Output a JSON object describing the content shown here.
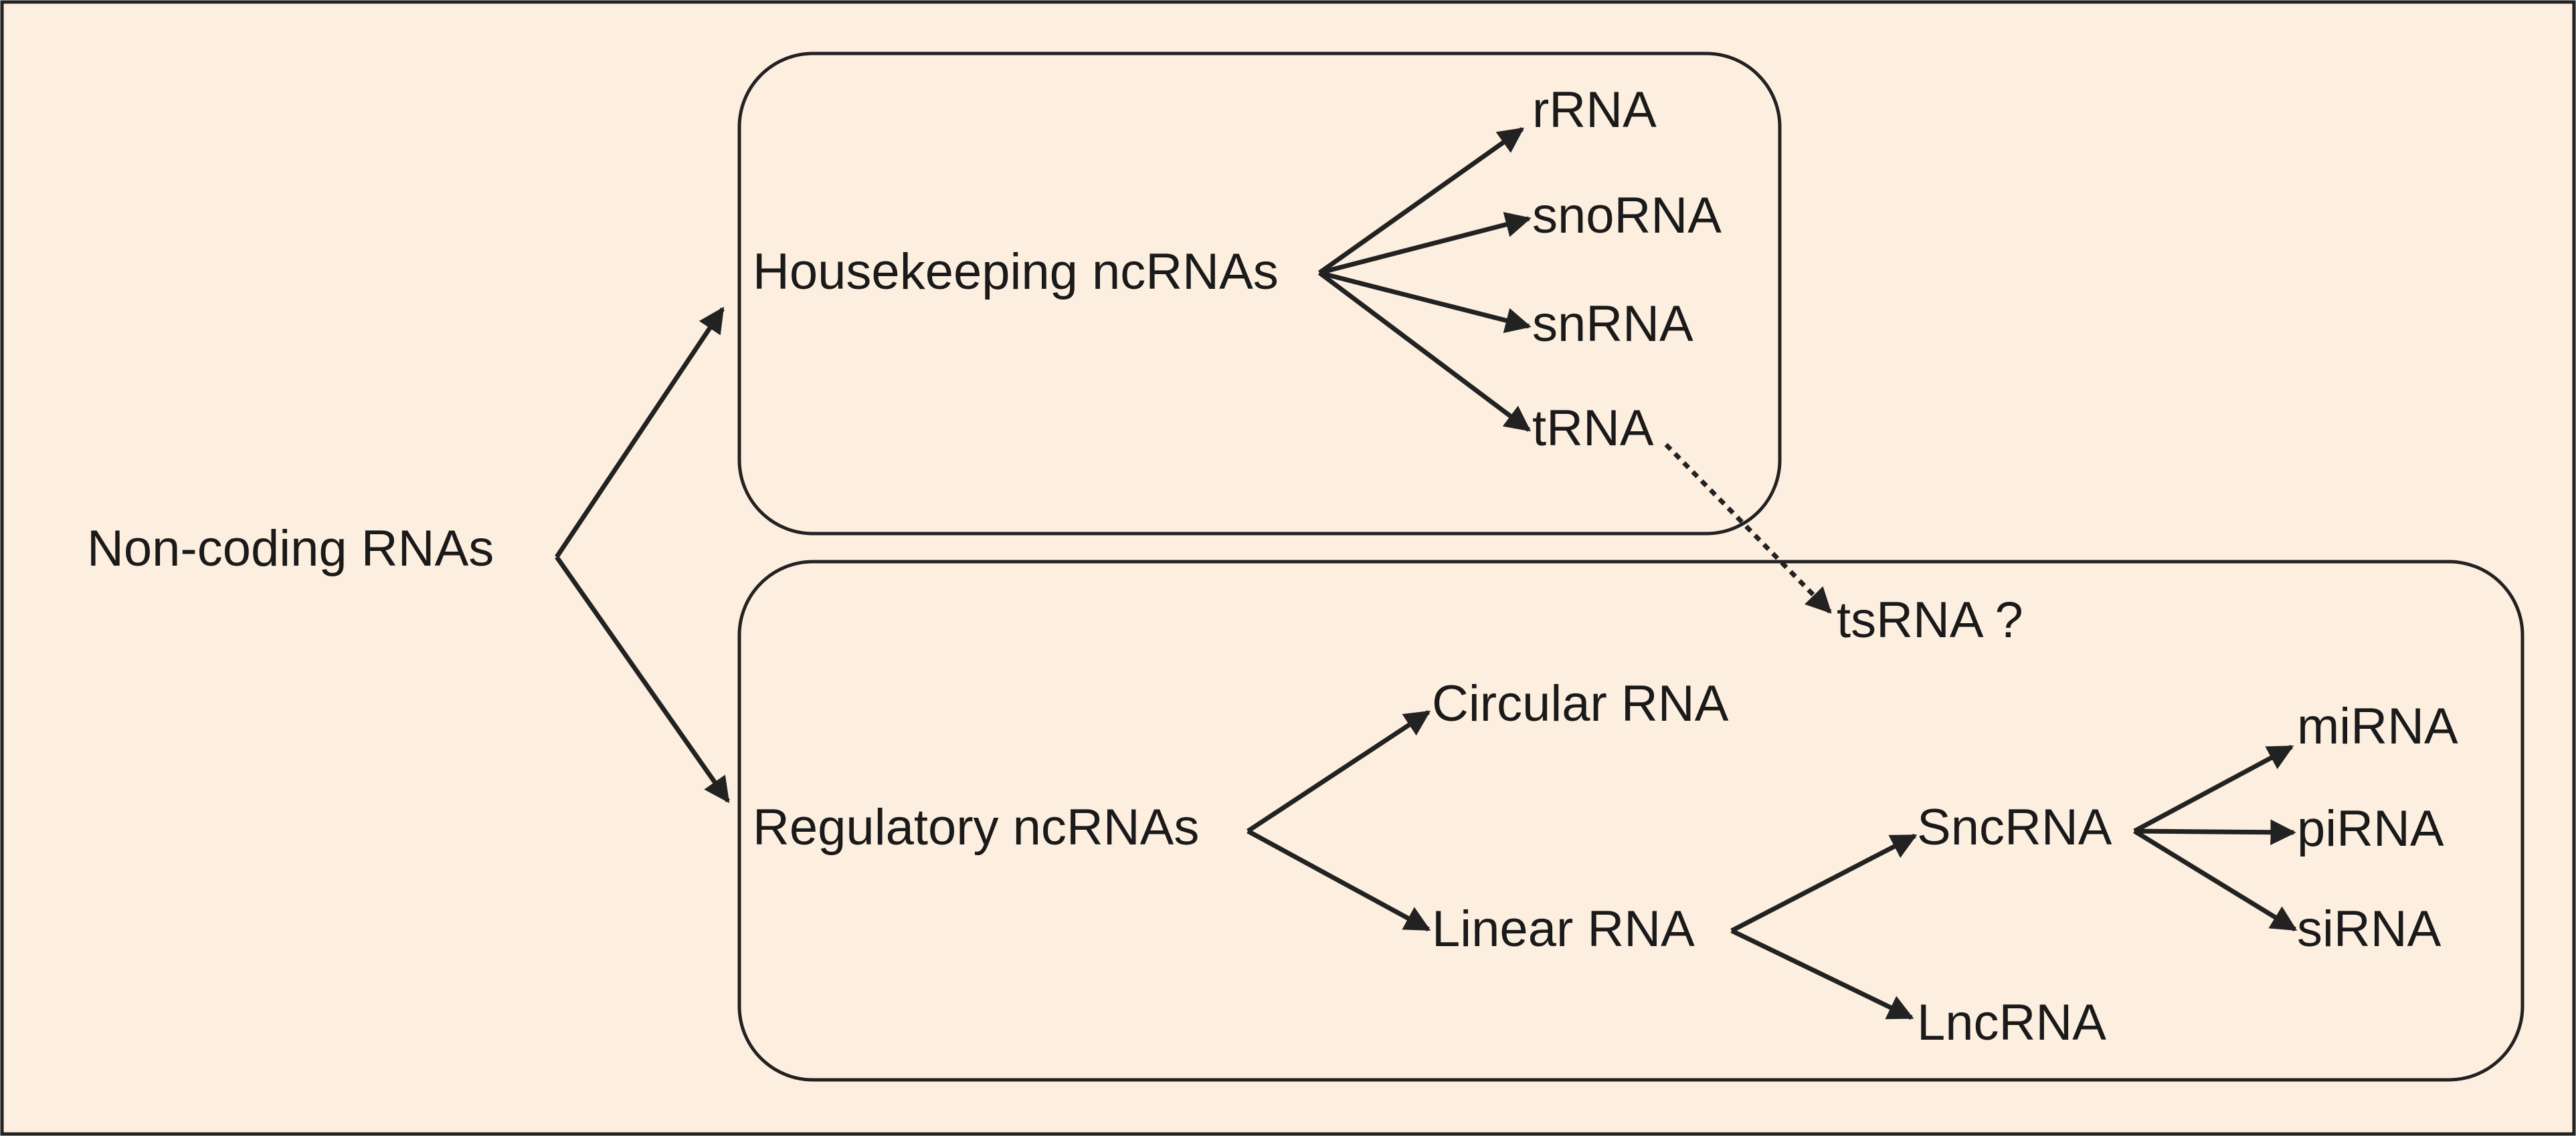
{
  "colors": {
    "background": "#fdefdf",
    "stroke": "#222222",
    "text": "#1a1a1a"
  },
  "nodes": {
    "root": "Non-coding RNAs",
    "housekeeping": "Housekeeping ncRNAs",
    "rrna": "rRNA",
    "snorna": "snoRNA",
    "snrna": "snRNA",
    "trna": "tRNA",
    "tsrna": "tsRNA ?",
    "regulatory": "Regulatory ncRNAs",
    "circular": "Circular RNA",
    "linear": "Linear RNA",
    "sncrna": "SncRNA",
    "lncrna": "LncRNA",
    "mirna": "miRNA",
    "pirna": "piRNA",
    "sirna": "siRNA"
  }
}
